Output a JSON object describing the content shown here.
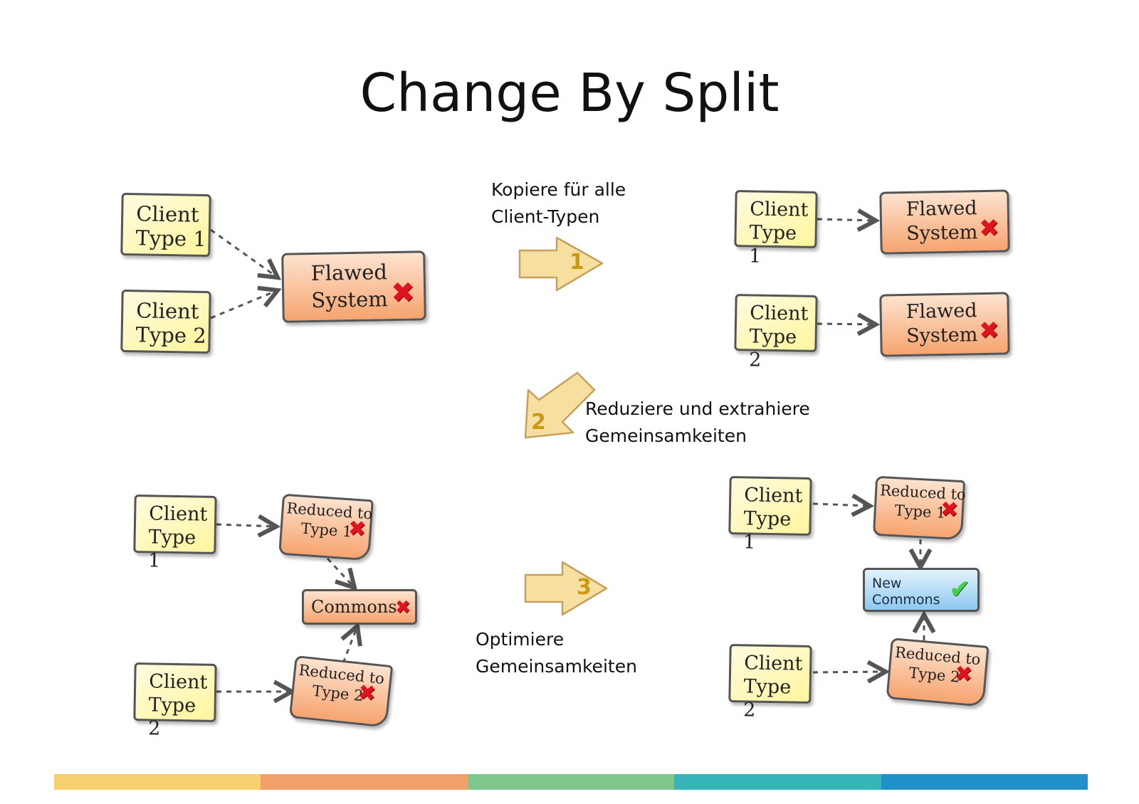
{
  "title": "Change By Split",
  "labels": {
    "copy": [
      "Kopiere für alle",
      "Client-Typen"
    ],
    "reduce": [
      "Reduziere und extrahiere",
      "Gemeinsamkeiten"
    ],
    "optimize": [
      "Optimiere",
      "Gemeinsamkeiten"
    ]
  },
  "steps": {
    "one": "1",
    "two": "2",
    "three": "3"
  },
  "client": {
    "word": "Client",
    "type1": "Type 1",
    "type2": "Type 2"
  },
  "flawed": {
    "line1": "Flawed",
    "line2": "System"
  },
  "reduced": {
    "line1": "Reduced to",
    "type1": "Type 1",
    "type2": "Type 2"
  },
  "commons": "Commons",
  "new_commons": {
    "line1": "New",
    "line2": "Commons"
  },
  "icons": {
    "fail": "cross-mark-icon",
    "ok": "check-mark-icon",
    "arrow": "block-arrow-icon"
  },
  "colors": {
    "client_fill": "#fff59d",
    "flawed_fill": "#f6a46f",
    "new_commons_fill": "#8dc8ef",
    "step_arrow_fill": "#f6dfa0",
    "cross": "#e0141e",
    "check": "#44d24a",
    "stripe": [
      "#f6cf6e",
      "#f2a06a",
      "#7ec88d",
      "#35b5b8",
      "#2290c9"
    ]
  }
}
